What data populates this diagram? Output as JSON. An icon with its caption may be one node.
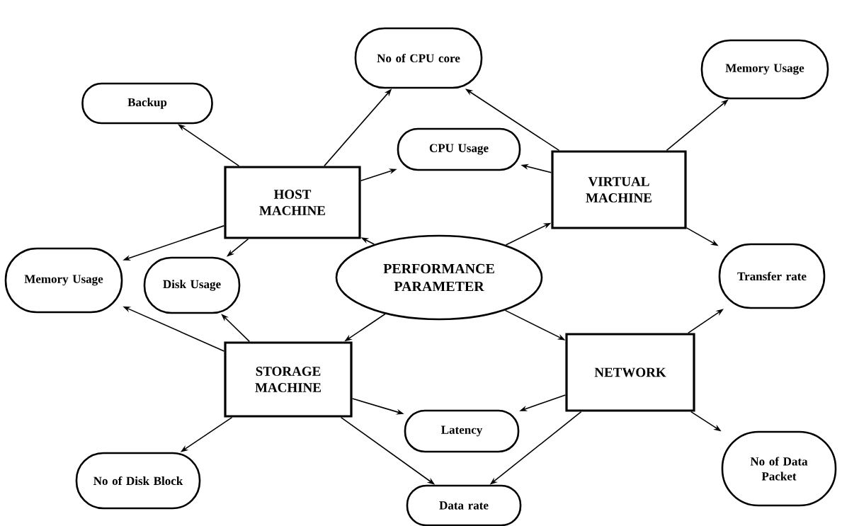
{
  "diagram": {
    "nodes": [
      {
        "text": [
          "PERFORMANCE PARAMETER"
        ]
      },
      {
        "text": [
          "HOST MACHINE"
        ]
      },
      {
        "text": [
          "VIRTUAL MACHINE"
        ]
      },
      {
        "text": [
          "STORAGE MACHINE"
        ]
      },
      {
        "text": [
          "NETWORK"
        ]
      },
      {
        "text": [
          "No of CPU core"
        ]
      },
      {
        "text": [
          "Backup"
        ]
      },
      {
        "text": [
          "CPU Usage"
        ]
      },
      {
        "text": [
          "Memory Usage"
        ]
      },
      {
        "text": [
          "Memory Usage"
        ]
      },
      {
        "text": [
          "Disk Usage"
        ]
      },
      {
        "text": [
          "Transfer rate"
        ]
      },
      {
        "text": [
          "Latency"
        ]
      },
      {
        "text": [
          "No of Disk Block"
        ]
      },
      {
        "text": [
          "No of Data Packet"
        ]
      },
      {
        "text": [
          "Data rate"
        ]
      }
    ],
    "edges": [
      {
        "from": 0,
        "to": 1,
        "arrow": "to"
      },
      {
        "from": 0,
        "to": 2,
        "arrow": "to"
      },
      {
        "from": 0,
        "to": 3,
        "arrow": "to"
      },
      {
        "from": 0,
        "to": 4,
        "arrow": "to"
      },
      {
        "from": 1,
        "to": 6,
        "arrow": "to"
      },
      {
        "from": 1,
        "to": 5,
        "arrow": "to"
      },
      {
        "from": 1,
        "to": 7,
        "arrow": "to"
      },
      {
        "from": 1,
        "to": 9,
        "arrow": "to"
      },
      {
        "from": 1,
        "to": 10,
        "arrow": "to"
      },
      {
        "from": 2,
        "to": 5,
        "arrow": "to"
      },
      {
        "from": 2,
        "to": 7,
        "arrow": "to"
      },
      {
        "from": 2,
        "to": 8,
        "arrow": "to"
      },
      {
        "from": 2,
        "to": 11,
        "arrow": "to"
      },
      {
        "from": 3,
        "to": 10,
        "arrow": "to"
      },
      {
        "from": 3,
        "to": 9,
        "arrow": "to"
      },
      {
        "from": 3,
        "to": 13,
        "arrow": "to"
      },
      {
        "from": 3,
        "to": 12,
        "arrow": "to"
      },
      {
        "from": 3,
        "to": 15,
        "arrow": "to"
      },
      {
        "from": 4,
        "to": 11,
        "arrow": "to"
      },
      {
        "from": 4,
        "to": 12,
        "arrow": "to"
      },
      {
        "from": 4,
        "to": 15,
        "arrow": "to"
      },
      {
        "from": 4,
        "to": 14,
        "arrow": "to"
      }
    ]
  }
}
